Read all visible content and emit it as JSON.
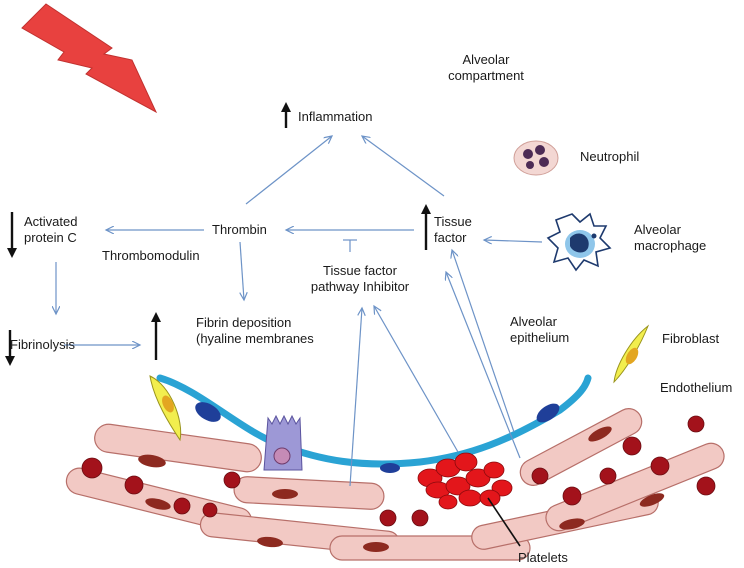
{
  "labels": {
    "alveolar_compartment": "Alveolar\ncompartment",
    "inflammation": "Inflammation",
    "neutrophil": "Neutrophil",
    "activated_protein_c": "Activated\nprotein C",
    "thrombin": "Thrombin",
    "tissue_factor": "Tissue\nfactor",
    "alveolar_macrophage": "Alveolar\nmacrophage",
    "thrombomodulin": "Thrombomodulin",
    "tfpi": "Tissue factor\npathway Inhibitor",
    "fibrinolysis": "Fibrinolysis",
    "fibrin_deposition": "Fibrin deposition\n(hyaline membranes",
    "alveolar_epithelium": "Alveolar\nepithelium",
    "fibroblast": "Fibroblast",
    "endothelium": "Endothelium",
    "platelets": "Platelets"
  },
  "colors": {
    "arrow": "#6d93c7",
    "lightning": "#e8413f",
    "epithelium": "#2aa3d4",
    "endothelial_cell": "#f2c9c4",
    "rbc": "#a3121b",
    "platelet": "#e3161b",
    "fibroblast": "#f2ee4e",
    "macrophage": "#5aa7d8",
    "neutrophil": "#f3d7d3"
  },
  "icons": [
    "lightning-bolt-icon",
    "neutrophil-cell-icon",
    "macrophage-cell-icon",
    "fibroblast-cell-icon",
    "epithelial-cell-icon",
    "platelet-cluster-icon",
    "red-blood-cell-icon"
  ]
}
